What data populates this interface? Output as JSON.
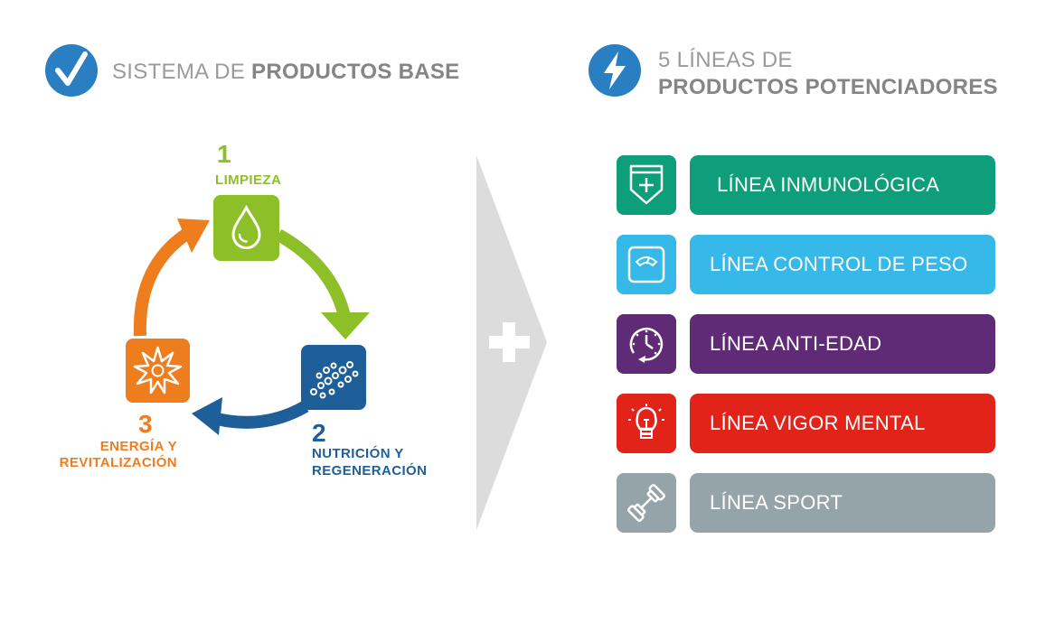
{
  "left_header": {
    "icon": "checkmark-icon",
    "prefix": "SISTEMA DE ",
    "bold": "PRODUCTOS BASE"
  },
  "right_header": {
    "icon": "lightning-bolt-icon",
    "line1": "5 LÍNEAS DE",
    "line2": "PRODUCTOS POTENCIADORES"
  },
  "cycle": {
    "step1": {
      "number": "1",
      "label": "LIMPIEZA",
      "icon": "water-drop-icon",
      "color": "#8dbf29"
    },
    "step2": {
      "number": "2",
      "label_line1": "NUTRICIÓN Y",
      "label_line2": "REGENERACIÓN",
      "icon": "molecules-icon",
      "color": "#1e5f9a"
    },
    "step3": {
      "number": "3",
      "label_line1": "ENERGÍA Y",
      "label_line2": "REVITALIZACIÓN",
      "icon": "starburst-icon",
      "color": "#ee7d1e"
    }
  },
  "plus_symbol": "plus-icon",
  "lines": [
    {
      "label": "LÍNEA INMUNOLÓGICA",
      "icon": "shield-plus-icon",
      "color": "#0f9e7a"
    },
    {
      "label": "LÍNEA CONTROL DE PESO",
      "icon": "scale-icon",
      "color": "#36b9e8"
    },
    {
      "label": "LÍNEA ANTI-EDAD",
      "icon": "clock-icon",
      "color": "#5f2b77"
    },
    {
      "label": "LÍNEA VIGOR MENTAL",
      "icon": "lightbulb-icon",
      "color": "#e2231a"
    },
    {
      "label": "LÍNEA SPORT",
      "icon": "dumbbell-icon",
      "color": "#95a4a8"
    }
  ]
}
